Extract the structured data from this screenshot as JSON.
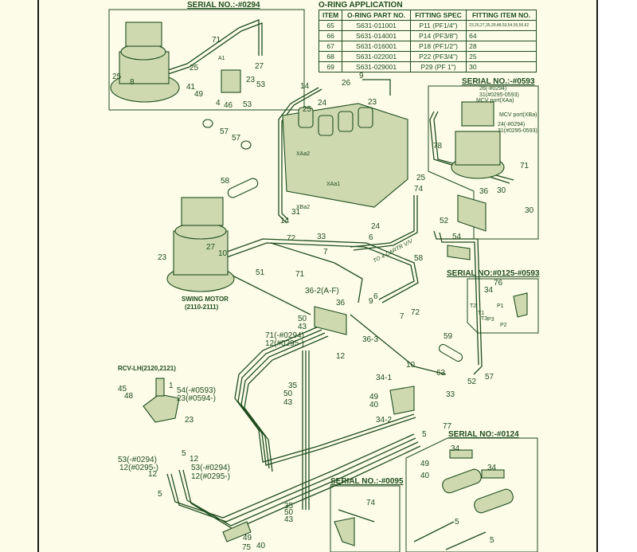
{
  "oring_table": {
    "title": "O-RING APPLICATION",
    "headers": [
      "ITEM",
      "O-RING PART NO.",
      "FITTING SPEC",
      "FITTING ITEM NO."
    ],
    "rows": [
      [
        "65",
        "S631-011001",
        "P11 (PF1/4\")",
        "23,26,27,35,39,48,53,54,55,56,62"
      ],
      [
        "66",
        "S631-014001",
        "P14 (PF3/8\")",
        "64"
      ],
      [
        "67",
        "S631-016001",
        "P18 (PF1/2\")",
        "28"
      ],
      [
        "68",
        "S631-022001",
        "P22 (PF3/4\")",
        "25"
      ],
      [
        "69",
        "S631-029001",
        "P29 (PF  1\")",
        "30"
      ]
    ]
  },
  "serial_titles": [
    "SERIAL NO.:-#0294",
    "SERIAL NO.:-#0593",
    "SERIAL NO:#0125-#0593",
    "SERIAL NO:-#0124",
    "SERIAL NO.:-#0095"
  ],
  "captions": {
    "swing_motor": "SWING MOTOR",
    "swing_motor_code": "(2110-2111)",
    "rcv": "RCV-LH(2120,2121)",
    "to_cartridge": "TO 4-CARTR V/V"
  },
  "callouts": [
    "71",
    "25",
    "27",
    "23",
    "41",
    "49",
    "4",
    "46",
    "53",
    "53",
    "25",
    "8",
    "57",
    "57",
    "58",
    "14",
    "26",
    "9",
    "24",
    "25",
    "23",
    "25",
    "74",
    "31",
    "14",
    "72",
    "33",
    "24",
    "6",
    "7",
    "23",
    "27",
    "10",
    "51",
    "71",
    "58",
    "36-2(A-F)",
    "36",
    "50",
    "43",
    "9",
    "6",
    "72",
    "7",
    "71(-#0294)",
    "12(#0295-)",
    "36-3",
    "12",
    "59",
    "10",
    "63",
    "52",
    "57",
    "34-1",
    "49",
    "40",
    "33",
    "34-2",
    "77",
    "5",
    "35",
    "50",
    "43",
    "78",
    "71",
    "36",
    "30",
    "30",
    "26(-#0294)",
    "31(#0295-0593)",
    "MCV port(XAa)",
    "MCV port(XBa)",
    "24(-#0294)",
    "31(#0295-0593)",
    "52",
    "54",
    "76",
    "34",
    "45",
    "48",
    "1",
    "54(-#0593)",
    "23(#0594-)",
    "23",
    "53(-#0294)",
    "12(#0295-)",
    "12",
    "5",
    "12",
    "53(-#0294)",
    "12(#0295-)",
    "5",
    "35",
    "50",
    "43",
    "49",
    "75",
    "40",
    "74",
    "34",
    "49",
    "40",
    "34",
    "5",
    "5",
    "A1",
    "XAa2",
    "XAa1",
    "XBa2",
    "T1",
    "T2",
    "T3",
    "P1",
    "P2",
    "P3"
  ]
}
